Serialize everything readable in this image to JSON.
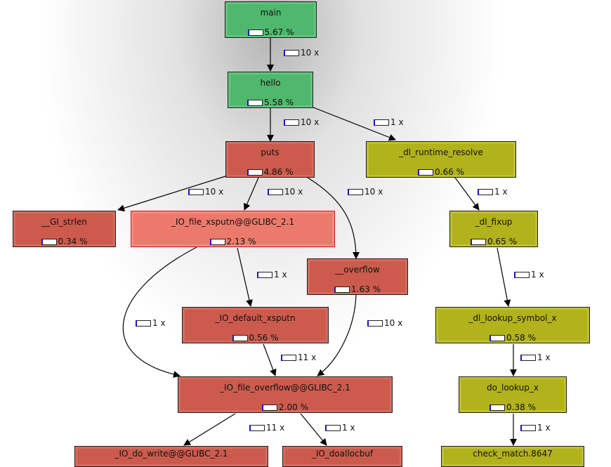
{
  "nodes": {
    "main": {
      "name": "main",
      "cost": "5.67 %"
    },
    "hello": {
      "name": "hello",
      "cost": "5.58 %"
    },
    "puts": {
      "name": "puts",
      "cost": "4.86 %"
    },
    "dl_runtime_resolve": {
      "name": "_dl_runtime_resolve",
      "cost": "0.66 %"
    },
    "gi_strlen": {
      "name": "__GI_strlen",
      "cost": "0.34 %"
    },
    "io_file_xsputn": {
      "name": "_IO_file_xsputn@@GLIBC_2.1",
      "cost": "2.13 %"
    },
    "dl_fixup": {
      "name": "_dl_fixup",
      "cost": "0.65 %"
    },
    "overflow": {
      "name": "__overflow",
      "cost": "1.63 %"
    },
    "io_default_xsputn": {
      "name": "_IO_default_xsputn",
      "cost": "0.56 %"
    },
    "dl_lookup_symbol_x": {
      "name": "_dl_lookup_symbol_x",
      "cost": "0.58 %"
    },
    "io_file_overflow": {
      "name": "_IO_file_overflow@@GLIBC_2.1",
      "cost": "2.00 %"
    },
    "do_lookup_x": {
      "name": "do_lookup_x",
      "cost": "0.38 %"
    },
    "io_do_write": {
      "name": "_IO_do_write@@GLIBC_2.1",
      "cost": ""
    },
    "io_doallocbuf": {
      "name": "_IO_doallocbuf",
      "cost": ""
    },
    "check_match": {
      "name": "check_match.8647",
      "cost": ""
    }
  },
  "edges": {
    "main_hello": "10 x",
    "hello_puts": "10 x",
    "hello_dlrr": "1 x",
    "puts_strlen": "10 x",
    "puts_xsputn": "10 x",
    "puts_overflow": "10 x",
    "dlrr_fixup": "1 x",
    "xsputn_default": "1 x",
    "xsputn_fileoverflow": "1 x",
    "fixup_lookup": "1 x",
    "default_fileoverflow": "11 x",
    "overflow_fileoverflow": "10 x",
    "lookup_dolookup": "1 x",
    "fileoverflow_dowrite": "11 x",
    "fileoverflow_doalloc": "1 x",
    "dolookup_check": "1 x"
  },
  "colors": {
    "green": "#4fb86d",
    "red": "#cc5b4d",
    "pink": "#ec7a6c",
    "olive": "#b2b21c",
    "edge": "#000000",
    "bar_accent": "#1616c8"
  }
}
